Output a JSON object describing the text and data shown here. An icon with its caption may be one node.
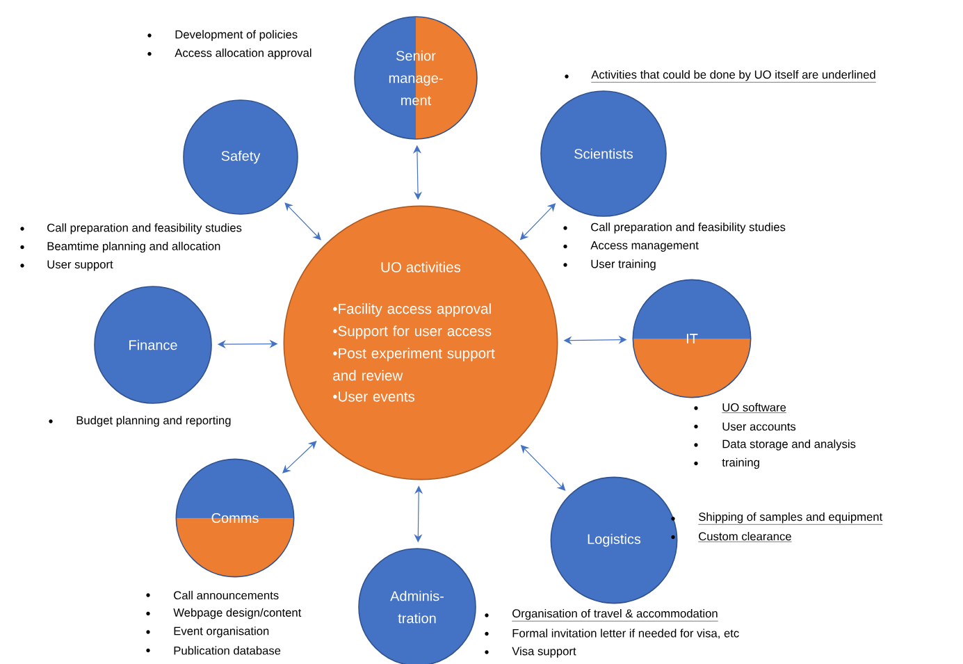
{
  "diagram": {
    "nodes": [
      {
        "text": [
          "Senior manage-ment"
        ],
        "beside": [
          "Development of policies",
          "Access allocation approval"
        ]
      },
      {
        "text": [
          "Safety"
        ],
        "beside": [
          "Call preparation and feasibility studies",
          "Beamtime  planning and allocation",
          "User support"
        ]
      },
      {
        "text": [
          "Scientists"
        ],
        "beside": [
          "Call preparation and feasibility studies",
          "Access management",
          "User training"
        ]
      },
      {
        "text": [
          "UO activities",
          "•Facility access approval",
          "•Support for user access",
          "•Post experiment support and review",
          "•User events"
        ]
      },
      {
        "text": [
          "Finance"
        ],
        "beside": [
          "Budget planning and reporting"
        ]
      },
      {
        "text": [
          "IT"
        ],
        "beside": [
          "UO software",
          "User accounts",
          "Data storage and analysis",
          "training"
        ]
      },
      {
        "text": [
          "Comms"
        ],
        "beside": [
          "Call announcements",
          "Webpage design/content",
          "Event organisation",
          "Publication database"
        ]
      },
      {
        "text": [
          "Logistics"
        ],
        "beside": [
          "Shipping of samples and equipment",
          "Custom clearance"
        ]
      },
      {
        "text": [
          "Adminis-tration"
        ],
        "beside": [
          "Organisation of travel & accommodation",
          "Formal invitation letter if needed for visa, etc",
          "Visa support"
        ]
      }
    ],
    "edges": [
      {
        "from": 3,
        "to": 0,
        "arrow": "both"
      },
      {
        "from": 3,
        "to": 1,
        "arrow": "both"
      },
      {
        "from": 3,
        "to": 2,
        "arrow": "both"
      },
      {
        "from": 3,
        "to": 4,
        "arrow": "both"
      },
      {
        "from": 3,
        "to": 5,
        "arrow": "both"
      },
      {
        "from": 3,
        "to": 6,
        "arrow": "both"
      },
      {
        "from": 3,
        "to": 7,
        "arrow": "both"
      },
      {
        "from": 3,
        "to": 8,
        "arrow": "both"
      }
    ],
    "labels": [
      "Activities that could be done by UO itself are underlined"
    ]
  }
}
